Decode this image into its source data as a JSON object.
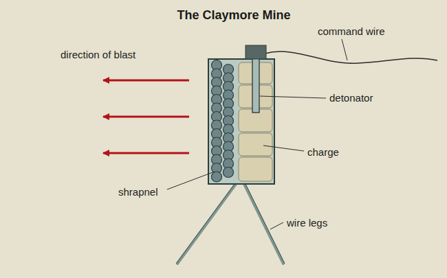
{
  "diagram": {
    "title": "The Claymore Mine",
    "labels": [
      "command wire",
      "direction of blast",
      "detonator",
      "charge",
      "shrapnel",
      "wire legs"
    ]
  }
}
